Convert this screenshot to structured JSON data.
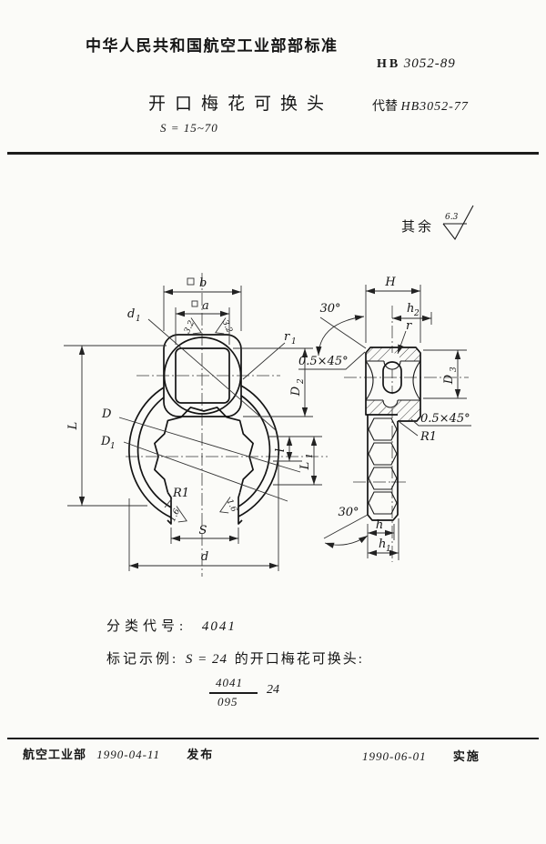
{
  "document": {
    "header": {
      "authority": "中华人民共和国航空工业部部标准",
      "code_prefix": "HB",
      "code_number": "3052-89",
      "title": "开口梅花可换头",
      "size_range": "S = 15~70",
      "supersedes_label": "代替",
      "supersedes_number": "HB3052-77"
    },
    "surface_note": {
      "prefix": "其余",
      "roughness": "6.3"
    },
    "drawing": {
      "roughness_32": "3.2",
      "roughness_16": "1.6",
      "front": {
        "b": "b",
        "a": "a",
        "d1": {
          "main": "d",
          "sub": "1"
        },
        "r1": {
          "main": "r",
          "sub": "1"
        },
        "D2": {
          "main": "D",
          "sub": "2"
        },
        "L": "L",
        "D": "D",
        "D1": {
          "main": "D",
          "sub": "1"
        },
        "l": "l",
        "L1": {
          "main": "L",
          "sub": "1"
        },
        "R1": "R1",
        "S": "S",
        "d": "d"
      },
      "side": {
        "H": "H",
        "h2": {
          "main": "h",
          "sub": "2"
        },
        "r": "r",
        "angle_top": "30°",
        "chamfer": "0.5×45°",
        "D3": {
          "main": "D",
          "sub": "3"
        },
        "R1": "R1",
        "angle_bottom": "30°",
        "h": "h",
        "h1": {
          "main": "h",
          "sub": "1"
        }
      }
    },
    "classification": {
      "label": "分类代号:",
      "value": "4041"
    },
    "marking": {
      "label": "标记示例:",
      "size_expr": "S = 24",
      "suffix": "的开口梅花可换头:"
    },
    "designation": {
      "numerator": "4041",
      "denominator": "095",
      "size": "24"
    },
    "footer": {
      "org": "航空工业部",
      "issue_date": "1990-04-11",
      "issue_label": "发布",
      "impl_date": "1990-06-01",
      "impl_label": "实施"
    }
  }
}
